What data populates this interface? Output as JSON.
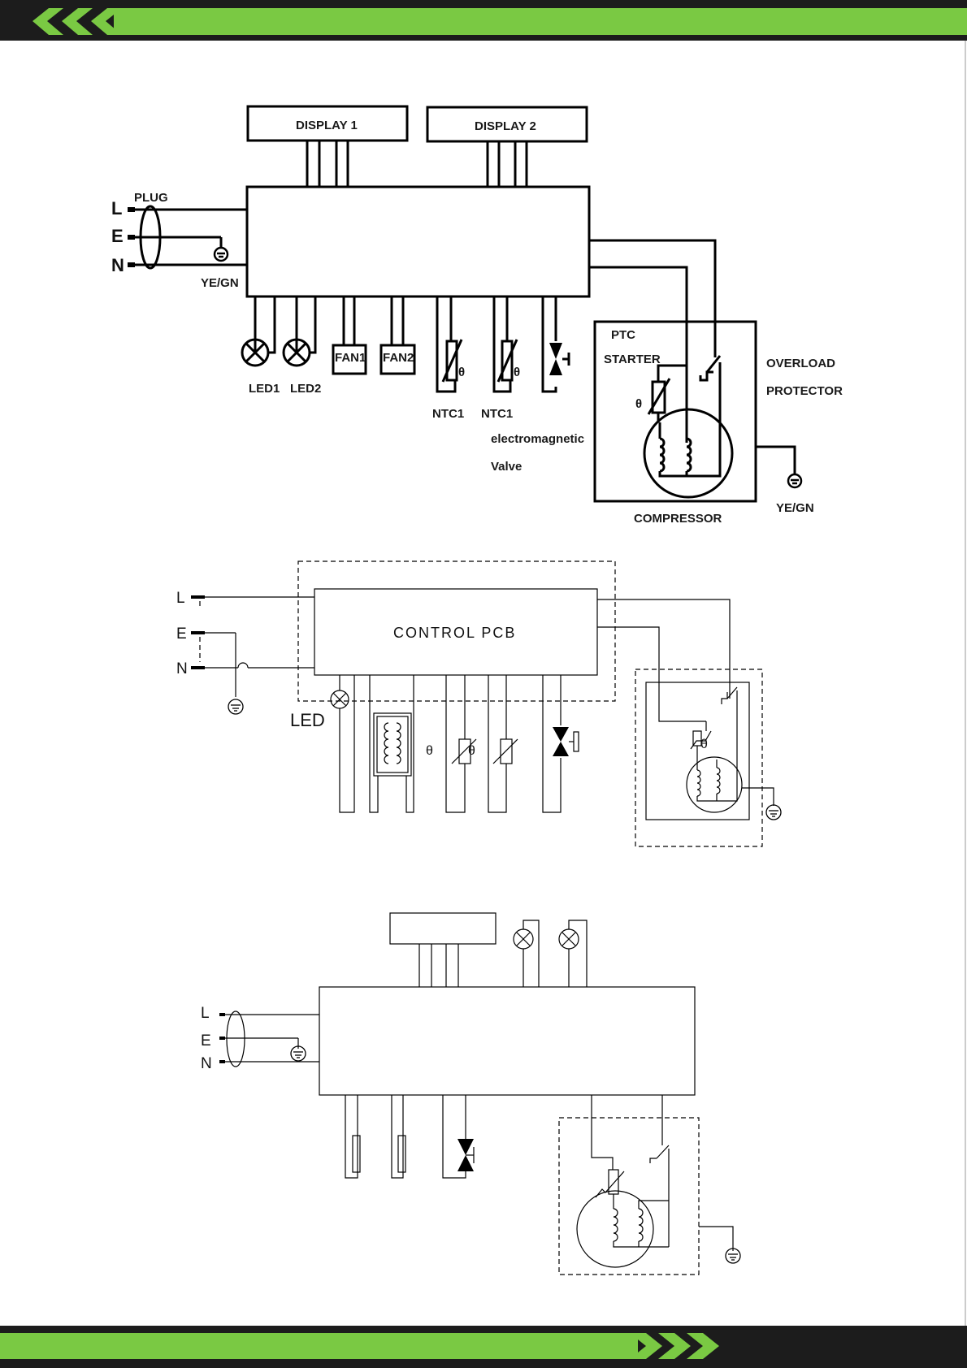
{
  "colors": {
    "accent": "#7ac943",
    "dark": "#1c1c1c"
  },
  "diagram1": {
    "display1": "DISPLAY 1",
    "display2": "DISPLAY 2",
    "plug": "PLUG",
    "l": "L",
    "e": "E",
    "n": "N",
    "yegn_left": "YE/GN",
    "led1": "LED1",
    "led2": "LED2",
    "fan1": "FAN1",
    "fan2": "FAN2",
    "ntc1a": "NTC1",
    "ntc1b": "NTC1",
    "theta": "θ",
    "valve_line1": "electromagnetic",
    "valve_line2": "Valve",
    "ptc": "PTC",
    "starter": "STARTER",
    "overload": "OVERLOAD",
    "protector": "PROTECTOR",
    "compressor": "COMPRESSOR",
    "yegn_right": "YE/GN"
  },
  "diagram2": {
    "l": "L",
    "e": "E",
    "n": "N",
    "control_pcb": "CONTROL PCB",
    "led": "LED",
    "theta": "θ"
  },
  "diagram3": {
    "l": "L",
    "e": "E",
    "n": "N"
  }
}
